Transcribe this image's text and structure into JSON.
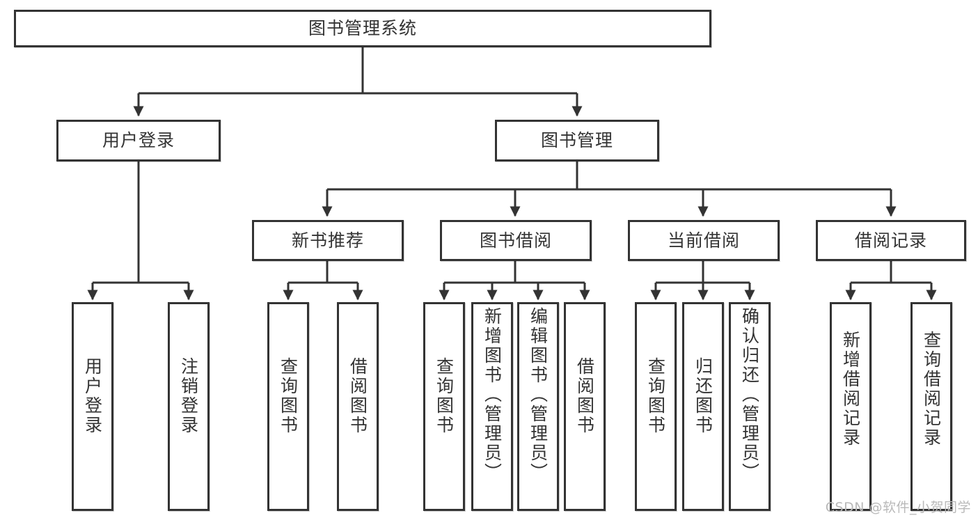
{
  "diagram": {
    "title": "图书管理系统",
    "type": "functional-structure-tree",
    "root": {
      "id": "root",
      "label": "图书管理系统"
    },
    "level2": [
      {
        "id": "user-login",
        "label": "用户登录"
      },
      {
        "id": "book-manage",
        "label": "图书管理"
      }
    ],
    "level3": [
      {
        "id": "new-book-rec",
        "label": "新书推荐"
      },
      {
        "id": "book-borrow",
        "label": "图书借阅"
      },
      {
        "id": "current-borrow",
        "label": "当前借阅"
      },
      {
        "id": "borrow-record",
        "label": "借阅记录"
      }
    ],
    "leaves": {
      "user_login": [
        {
          "id": "leaf-user-login",
          "label": "用户登录"
        },
        {
          "id": "leaf-user-logout",
          "label": "注销登录"
        }
      ],
      "new_book_rec": [
        {
          "id": "leaf-query-book-1",
          "label": "查询图书"
        },
        {
          "id": "leaf-borrow-book-1",
          "label": "借阅图书"
        }
      ],
      "book_borrow": [
        {
          "id": "leaf-query-book-2",
          "label": "查询图书"
        },
        {
          "id": "leaf-add-book",
          "label": "新增图书（管理员）"
        },
        {
          "id": "leaf-edit-book",
          "label": "编辑图书（管理员）"
        },
        {
          "id": "leaf-borrow-book-2",
          "label": "借阅图书"
        }
      ],
      "current_borrow": [
        {
          "id": "leaf-query-book-3",
          "label": "查询图书"
        },
        {
          "id": "leaf-return-book",
          "label": "归还图书"
        },
        {
          "id": "leaf-confirm-return",
          "label": "确认归还（管理员）"
        }
      ],
      "borrow_record": [
        {
          "id": "leaf-add-record",
          "label": "新增借阅记录"
        },
        {
          "id": "leaf-query-record",
          "label": "查询借阅记录"
        }
      ]
    }
  },
  "watermark": {
    "text": "CSDN @软件_小贺同学"
  },
  "colors": {
    "stroke": "#333333",
    "fill": "#ffffff",
    "text": "#333333",
    "watermark": "#b9b9b9"
  }
}
